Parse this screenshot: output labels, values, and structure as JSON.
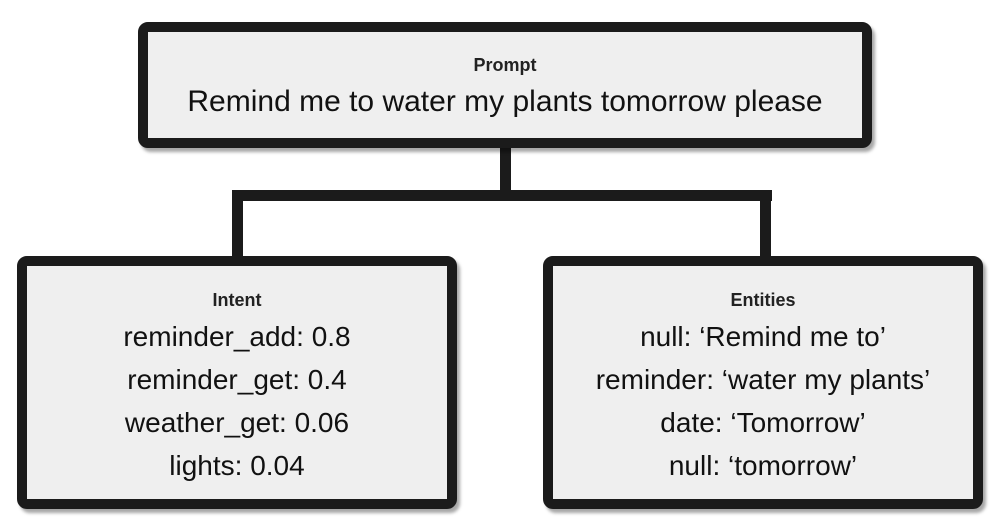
{
  "prompt": {
    "title": "Prompt",
    "text": "Remind me to water my plants tomorrow please"
  },
  "intent": {
    "title": "Intent",
    "lines": [
      "reminder_add: 0.8",
      "reminder_get: 0.4",
      "weather_get: 0.06",
      "lights: 0.04"
    ]
  },
  "entities": {
    "title": "Entities",
    "lines": [
      "null: ‘Remind me to’",
      "reminder: ‘water my plants’",
      "date: ‘Tomorrow’",
      "null: ‘tomorrow’"
    ]
  },
  "colors": {
    "box_fill": "#efefef",
    "border": "#1b1b1b"
  }
}
